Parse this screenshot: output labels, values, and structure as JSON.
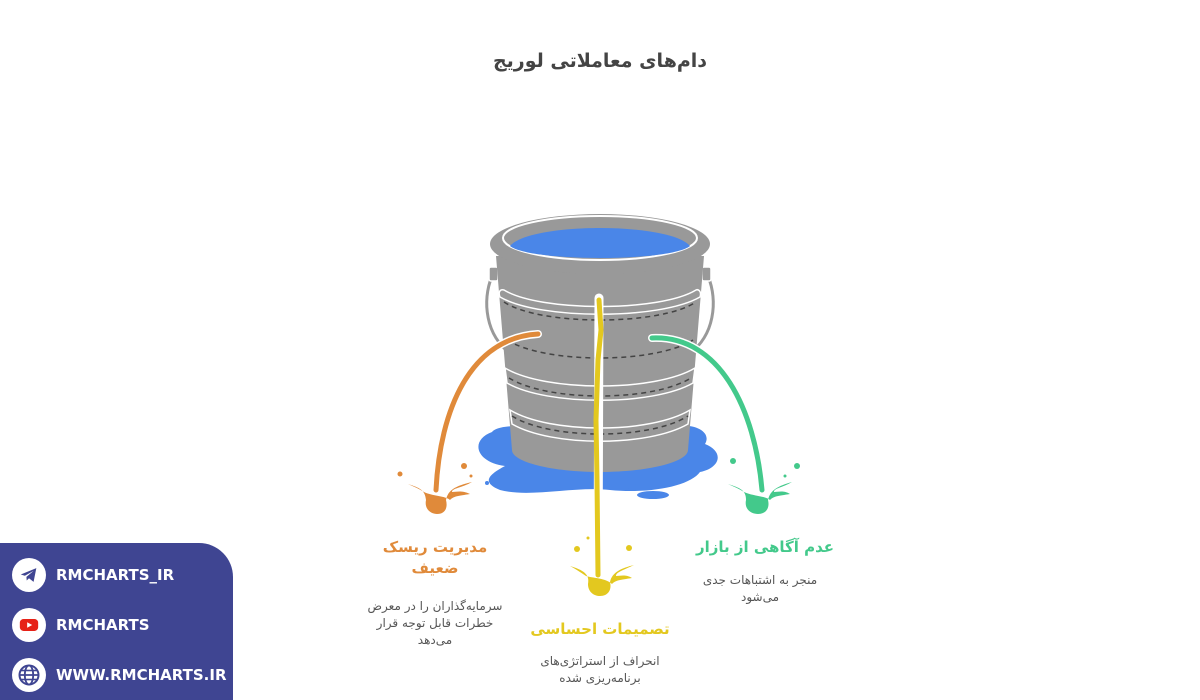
{
  "title": "دام‌های معاملاتی لوریج",
  "colors": {
    "bucket": "#999999",
    "bucket_outline": "#ffffff",
    "water": "#4a86e8",
    "orange": "#e08a3a",
    "yellow": "#e3c81f",
    "green": "#43c98b",
    "social_bg": "#3f4592"
  },
  "traps": [
    {
      "label": "مدیریت ریسک ضعیف",
      "description": "سرمایه‌گذاران را در معرض خطرات قابل توجه قرار می‌دهد",
      "color": "orange"
    },
    {
      "label": "تصمیمات احساسی",
      "description": "انحراف از استراتژی‌های برنامه‌ریزی شده",
      "color": "yellow"
    },
    {
      "label": "عدم آگاهی از بازار",
      "description": "منجر به اشتباهات جدی می‌شود",
      "color": "green"
    }
  ],
  "social": [
    {
      "icon": "telegram-icon",
      "text": "RMCHARTS_IR"
    },
    {
      "icon": "youtube-icon",
      "text": "RMCHARTS"
    },
    {
      "icon": "globe-icon",
      "text": "WWW.RMCHARTS.IR"
    }
  ]
}
